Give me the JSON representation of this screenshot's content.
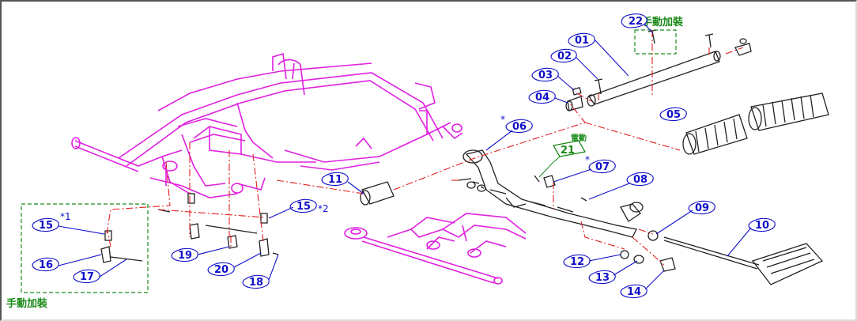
{
  "drawing": {
    "callouts": [
      {
        "id": "01"
      },
      {
        "id": "02"
      },
      {
        "id": "03"
      },
      {
        "id": "04"
      },
      {
        "id": "05"
      },
      {
        "id": "06"
      },
      {
        "id": "07"
      },
      {
        "id": "08"
      },
      {
        "id": "09"
      },
      {
        "id": "10"
      },
      {
        "id": "11"
      },
      {
        "id": "12"
      },
      {
        "id": "13"
      },
      {
        "id": "14"
      },
      {
        "id": "15"
      },
      {
        "id": "15b"
      },
      {
        "id": "15c"
      },
      {
        "id": "16"
      },
      {
        "id": "17"
      },
      {
        "id": "18"
      },
      {
        "id": "19"
      },
      {
        "id": "20"
      },
      {
        "id": "21"
      },
      {
        "id": "22"
      }
    ],
    "labels": {
      "c01": "01",
      "c02": "02",
      "c03": "03",
      "c04": "04",
      "c05": "05",
      "c06": "06",
      "c07": "07",
      "c08": "08",
      "c09": "09",
      "c10": "10",
      "c11": "11",
      "c12": "12",
      "c13": "13",
      "c14": "14",
      "c15a": "15",
      "c15b": "15",
      "c16": "16",
      "c17": "17",
      "c18": "18",
      "c19": "19",
      "c20": "20",
      "c21": "21",
      "c22": "22"
    },
    "stars": {
      "s06": "*",
      "s07": "*",
      "s15a": "*1",
      "s15b": "*2"
    },
    "notes": {
      "manual_install_top": "手動加裝",
      "manual_install_left": "手動加裝",
      "electric": "電動"
    },
    "colors": {
      "frame": "#e020e0",
      "callout": "#1010c8",
      "leader": "#e02020",
      "note": "#1a8a1a",
      "part": "#222222"
    }
  }
}
